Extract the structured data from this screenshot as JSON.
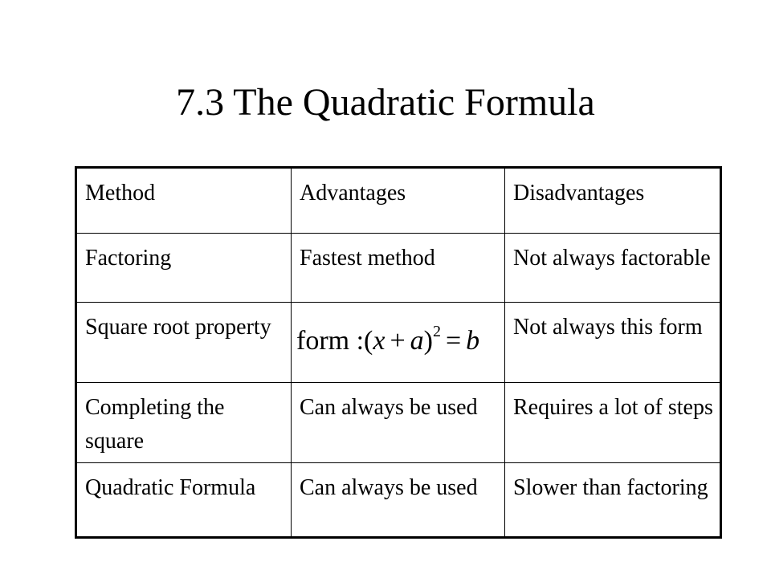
{
  "slide": {
    "title": "7.3 The Quadratic Formula"
  },
  "table": {
    "header": [
      "Method",
      "Advantages",
      "Disadvantages"
    ],
    "rows": [
      {
        "method": "Factoring",
        "advantages": "Fastest method",
        "disadvantages": "Not always factorable"
      },
      {
        "method": "Square root property",
        "advantages_formula": {
          "prefix": "form :",
          "open": "(",
          "var_x": "x",
          "plus": "+",
          "var_a": "a",
          "close": ")",
          "exponent": "2",
          "equals": "=",
          "var_b": "b"
        },
        "disadvantages": "Not always this form"
      },
      {
        "method": "Completing the square",
        "advantages": "Can always be used",
        "disadvantages": "Requires a lot of steps"
      },
      {
        "method": "Quadratic Formula",
        "advantages": "Can always be used",
        "disadvantages": "Slower than factoring"
      }
    ]
  }
}
